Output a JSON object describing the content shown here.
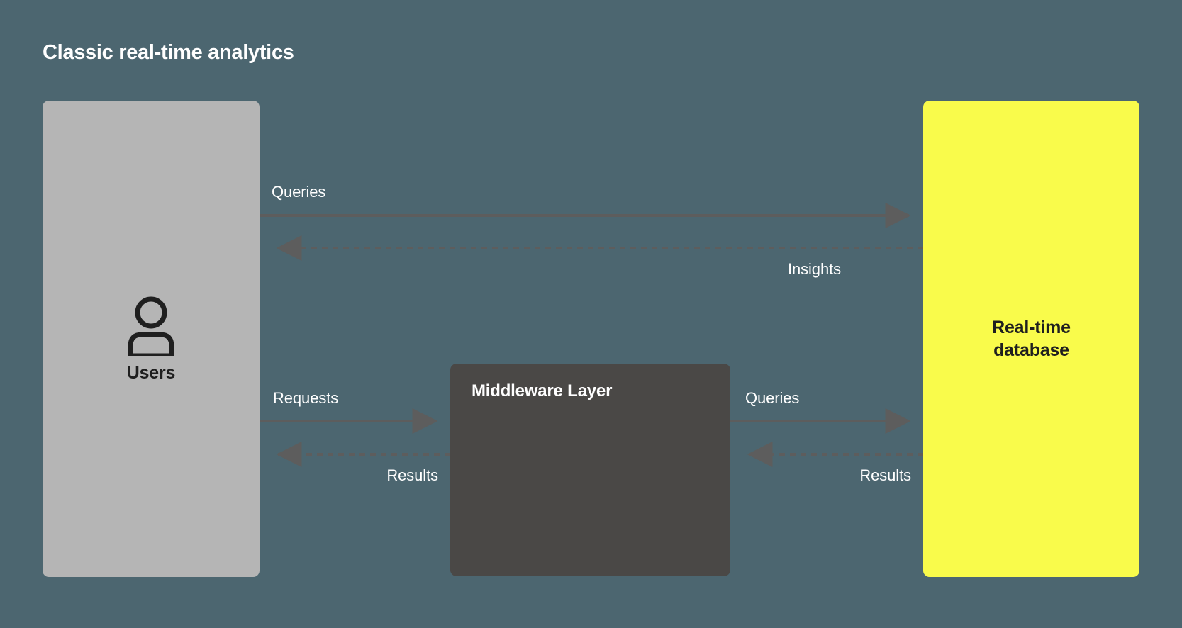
{
  "diagram": {
    "title": "Classic real-time analytics",
    "background_color": "#4c6670",
    "nodes": [
      {
        "id": "users",
        "label": "Users",
        "icon": "user-icon",
        "fill": "#b5b5b5",
        "text_color": "#1f1f1f"
      },
      {
        "id": "middleware",
        "label": "Middleware Layer",
        "fill": "#4a4846",
        "text_color": "#ffffff"
      },
      {
        "id": "database",
        "label_line1": "Real-time",
        "label_line2": "database",
        "fill": "#f9fb4b",
        "text_color": "#1f1f1f"
      }
    ],
    "edges": [
      {
        "id": "queries-direct",
        "label": "Queries",
        "from": "users",
        "to": "database",
        "style": "solid",
        "direction": "right"
      },
      {
        "id": "insights-direct",
        "label": "Insights",
        "from": "database",
        "to": "users",
        "style": "dashed",
        "direction": "left"
      },
      {
        "id": "requests",
        "label": "Requests",
        "from": "users",
        "to": "middleware",
        "style": "solid",
        "direction": "right"
      },
      {
        "id": "results-left",
        "label": "Results",
        "from": "middleware",
        "to": "users",
        "style": "dashed",
        "direction": "left"
      },
      {
        "id": "queries-mid",
        "label": "Queries",
        "from": "middleware",
        "to": "database",
        "style": "solid",
        "direction": "right"
      },
      {
        "id": "results-right",
        "label": "Results",
        "from": "database",
        "to": "middleware",
        "style": "dashed",
        "direction": "left"
      }
    ],
    "colors": {
      "wire": "#5d5d5d",
      "label_text": "#ffffff",
      "accent_yellow": "#f9fb4b",
      "box_gray": "#b5b5b5",
      "box_dark": "#4a4846"
    }
  }
}
